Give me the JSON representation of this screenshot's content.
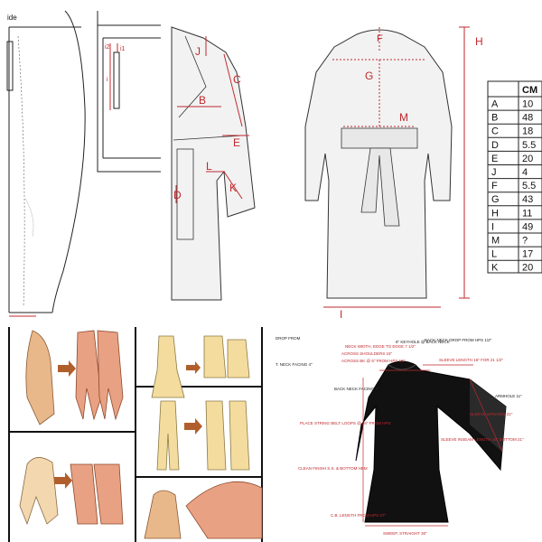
{
  "top_left": {
    "fragment": "ide",
    "labels": [
      "i2",
      "i1",
      "i"
    ]
  },
  "coat_front": {
    "labels": [
      "J",
      "C",
      "B",
      "E",
      "L",
      "D",
      "K"
    ]
  },
  "coat_back": {
    "labels": [
      "F",
      "H",
      "G",
      "M",
      "I"
    ]
  },
  "table": {
    "header": "CM",
    "rows": [
      {
        "key": "A",
        "val": "10"
      },
      {
        "key": "B",
        "val": "48"
      },
      {
        "key": "C",
        "val": "18"
      },
      {
        "key": "D",
        "val": "5.5"
      },
      {
        "key": "E",
        "val": "20"
      },
      {
        "key": "J",
        "val": "4"
      },
      {
        "key": "F",
        "val": "5.5"
      },
      {
        "key": "G",
        "val": "43"
      },
      {
        "key": "H",
        "val": "11"
      },
      {
        "key": "I",
        "val": "49"
      },
      {
        "key": "M",
        "val": "?"
      },
      {
        "key": "L",
        "val": "17"
      },
      {
        "key": "K",
        "val": "20"
      }
    ]
  },
  "gown": {
    "labels": {
      "drop_from": "DROP FROM",
      "neck_facing": "T. NECK FACING 4\"",
      "neck_width": "NECK WIDTH, EDGE TO EDGE 7 1/2\"",
      "across_shoulders": "ACROSS SHOULDERS 15\"",
      "across_bk": "ACROSS BK @ 6\" FROM HPS 15\"",
      "back_neck_facing": "BACK NECK FACING 7\"",
      "keyhole": "6\" KEYHOLE @ BACK NECK",
      "back_neck_drop": "BACK NECK DROP FROM HPS 1/2\"",
      "sleeve_length": "SLEEVE LENGTH 16\" FOR 21 1/2\"",
      "armhole": "ARMHOLE 11\"",
      "sleeve_opening": "SLEEVE OPENING 21\"",
      "sleeve_inseam": "SLEEVE INSEAM LENGTH 16\" BOTTOM 21\"",
      "belt_loops": "PLACE STRING BELT LOOPS @ 16\" FROM HPS",
      "clean_finish": "CLEAN FINISH S.S. & BOTTOM HEM",
      "cb_length": "C.B. LENGTH FROM HPS 57\"",
      "sweep": "SWEEP, STRAIGHT 30\""
    }
  },
  "colors": {
    "accent_red": "#c0282d",
    "tan": "#e8b88a",
    "pink": "#e9a183",
    "yellow": "#f3dc9e",
    "gown": "#111111"
  }
}
